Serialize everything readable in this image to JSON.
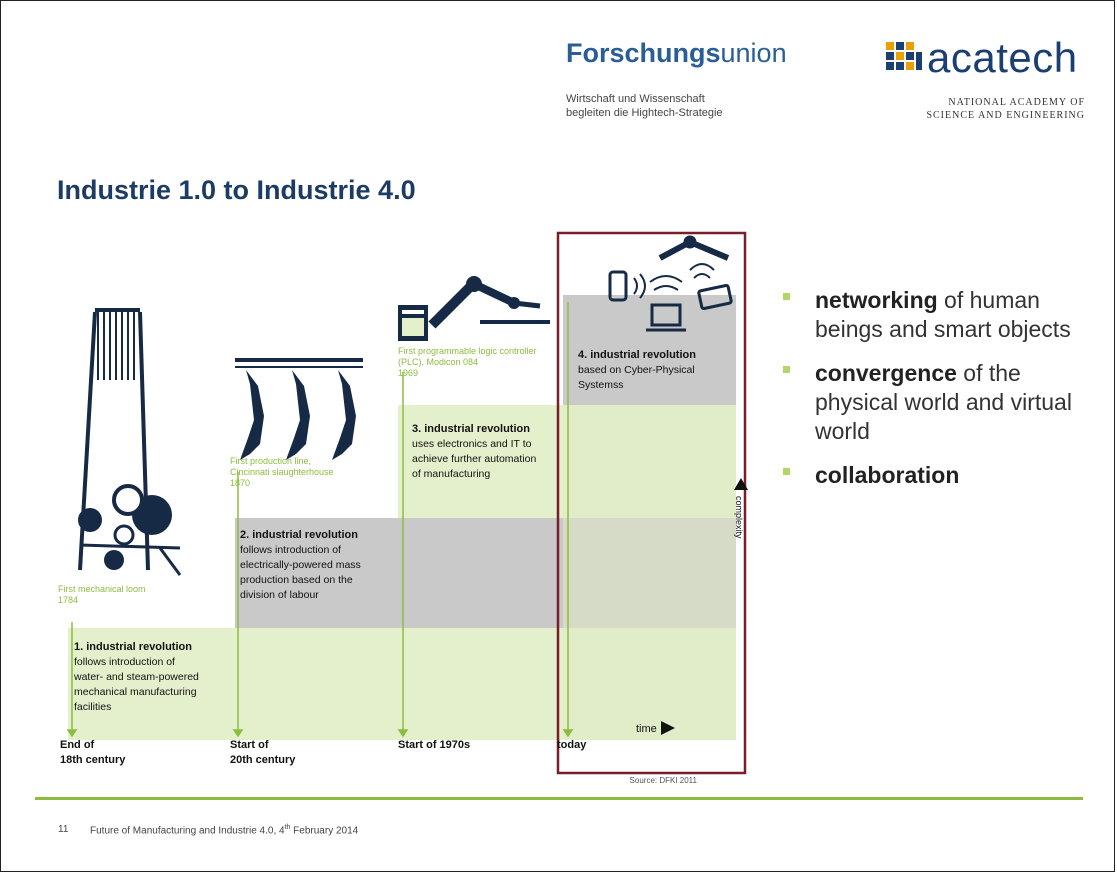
{
  "header": {
    "forschungsunion_bold": "Forschungs",
    "forschungsunion_rest": "union",
    "forschungsunion_subtitle": "Wirtschaft und Wissenschaft\nbegleiten die Hightech-Strategie",
    "acatech_name": "acatech",
    "acatech_subtitle": "NATIONAL ACADEMY OF\nSCIENCE AND ENGINEERING"
  },
  "title": "Industrie 1.0 to Industrie 4.0",
  "diagram": {
    "revolutions": [
      {
        "heading": "1. industrial revolution",
        "lines": [
          "follows introduction of",
          "water- and steam-powered",
          "mechanical manufacturing",
          "facilities"
        ],
        "milestone": [
          "First mechanical loom",
          "1784"
        ],
        "era": [
          "End of",
          "18th century"
        ]
      },
      {
        "heading": "2. industrial revolution",
        "lines": [
          "follows introduction of",
          "electrically-powered mass",
          "production based on the",
          "division of labour"
        ],
        "milestone": [
          "First production line,",
          "Cincinnati slaughterhouse",
          "1870"
        ],
        "era": [
          "Start of",
          "20th century"
        ]
      },
      {
        "heading": "3. industrial revolution",
        "lines": [
          "uses electronics and IT to",
          "achieve further automation",
          "of manufacturing"
        ],
        "milestone": [
          "First programmable logic controller",
          "(PLC), Modicon 084",
          "1969"
        ],
        "era": [
          "Start of 1970s"
        ]
      },
      {
        "heading": "4. industrial revolution",
        "lines": [
          "based on Cyber-Physical",
          "Systemss"
        ],
        "milestone": [],
        "era": [
          "today"
        ]
      }
    ],
    "time_label": "time",
    "complexity_label": "complexity",
    "source": "Source: DFKI 2011"
  },
  "bullets": [
    {
      "bold": "networking",
      "rest": " of human beings and smart objects"
    },
    {
      "bold": "convergence",
      "rest": " of the physical world and virtual world"
    },
    {
      "bold": "collaboration",
      "rest": ""
    }
  ],
  "footer": {
    "page_number": "11",
    "text": "Future of Manufacturing and  Industrie 4.0, 4",
    "text_sup": "th",
    "text_end": " February 2014"
  },
  "colors": {
    "title": "#1d3c63",
    "band_green": "#e4efcc",
    "band_gray": "#c9c9c9",
    "highlight_box": "#7a1f2a",
    "accent_green": "#8cbd3f",
    "icon_navy": "#172a45"
  }
}
